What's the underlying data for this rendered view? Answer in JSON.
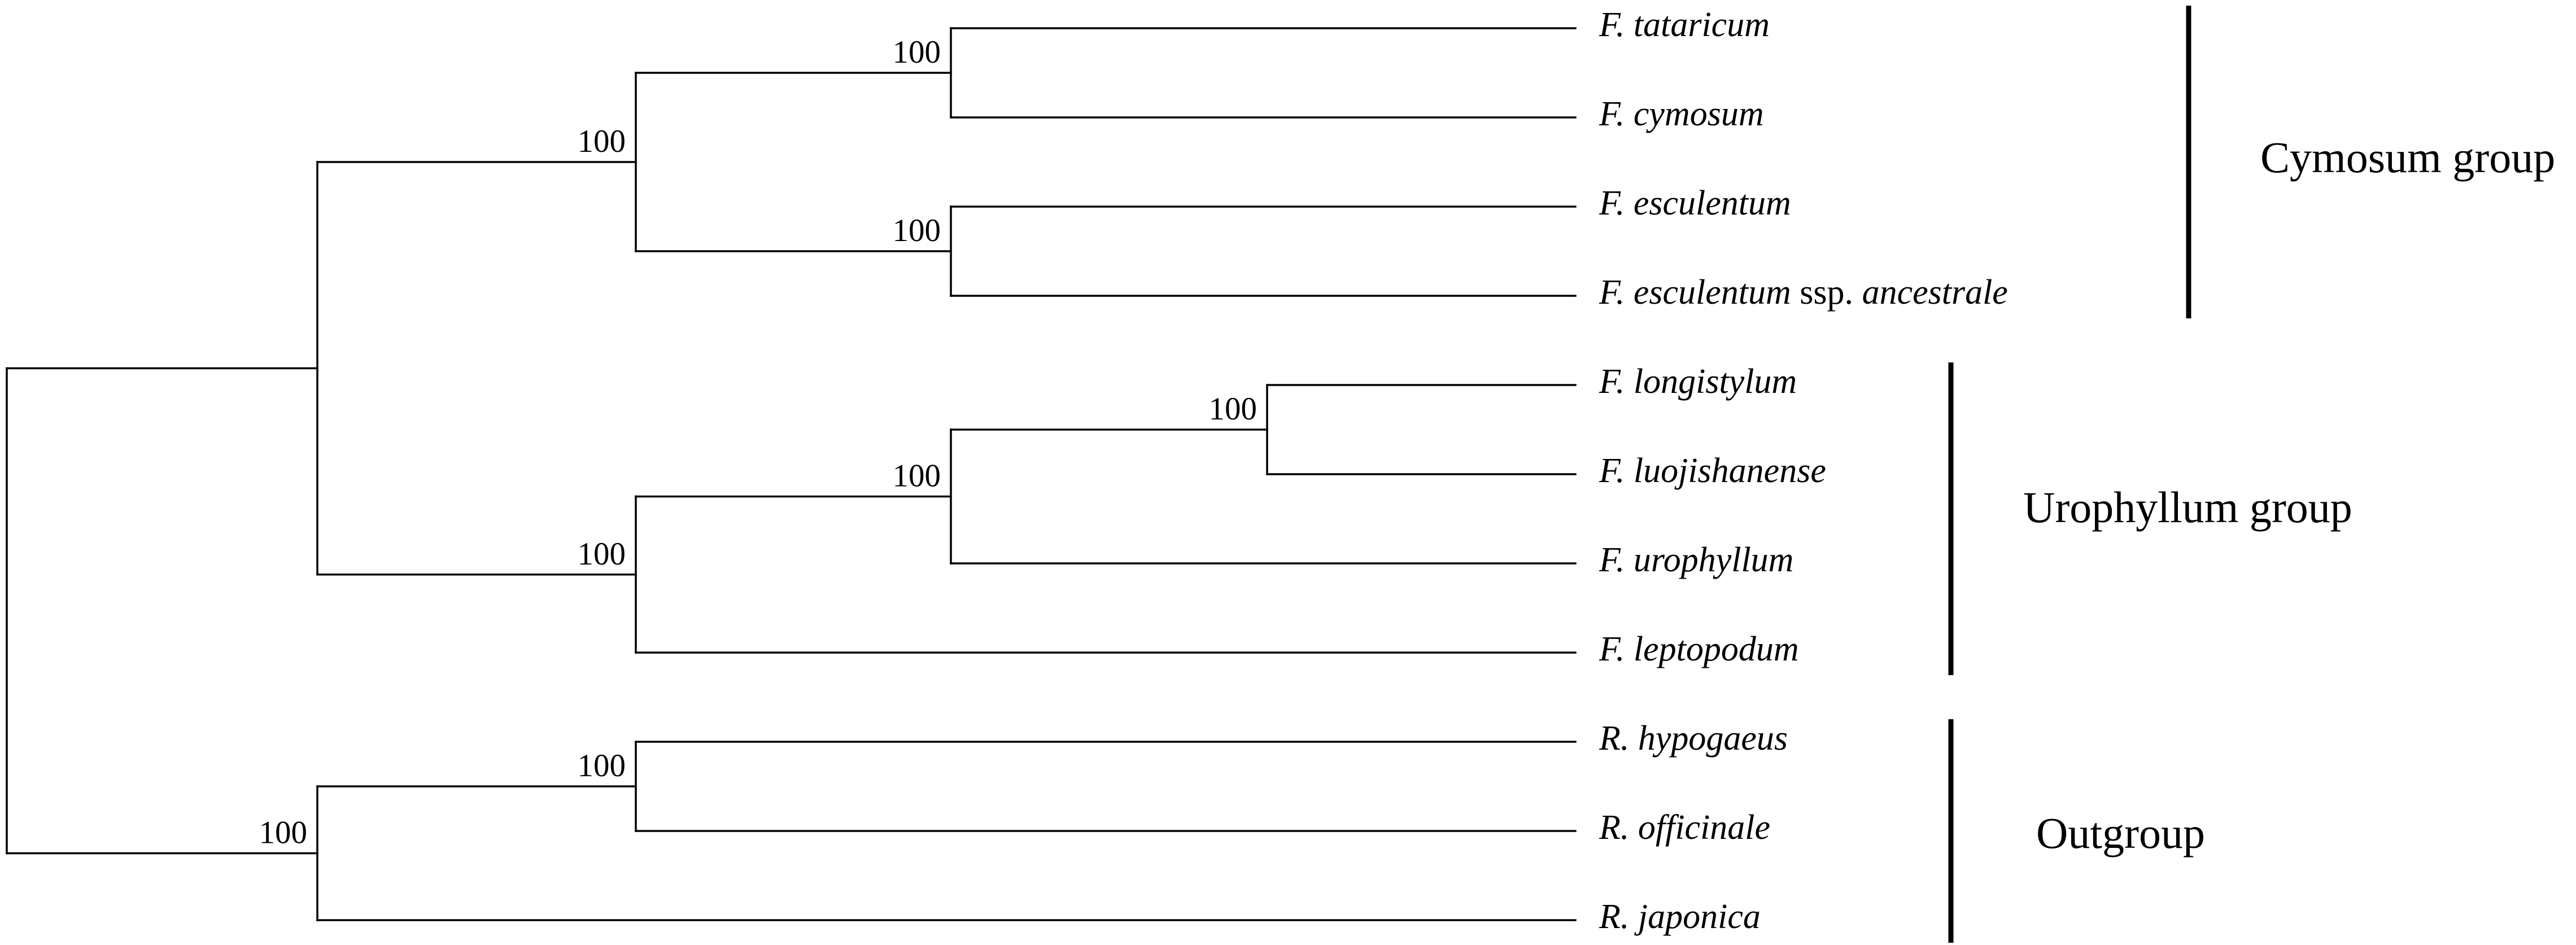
{
  "tree": {
    "taxa": [
      {
        "id": "tat",
        "parts": [
          {
            "text": "F. tataricum",
            "italic": true
          }
        ]
      },
      {
        "id": "cym",
        "parts": [
          {
            "text": "F. cymosum",
            "italic": true
          }
        ]
      },
      {
        "id": "esc",
        "parts": [
          {
            "text": "F. esculentum",
            "italic": true
          }
        ]
      },
      {
        "id": "anc",
        "parts": [
          {
            "text": "F. esculentum",
            "italic": true
          },
          {
            "text": " ssp. ",
            "italic": false
          },
          {
            "text": "ancestrale",
            "italic": true
          }
        ]
      },
      {
        "id": "lon",
        "parts": [
          {
            "text": "F. longistylum",
            "italic": true
          }
        ]
      },
      {
        "id": "luo",
        "parts": [
          {
            "text": "F. luojishanense",
            "italic": true
          }
        ]
      },
      {
        "id": "uro",
        "parts": [
          {
            "text": "F. urophyllum",
            "italic": true
          }
        ]
      },
      {
        "id": "lep",
        "parts": [
          {
            "text": "F. leptopodum",
            "italic": true
          }
        ]
      },
      {
        "id": "hyp",
        "parts": [
          {
            "text": "R. hypogaeus",
            "italic": true
          }
        ]
      },
      {
        "id": "off",
        "parts": [
          {
            "text": "R. officinale",
            "italic": true
          }
        ]
      },
      {
        "id": "jap",
        "parts": [
          {
            "text": "R. japonica",
            "italic": true
          }
        ]
      }
    ],
    "topology": [
      [
        [
          [
            [
              "tat",
              "cym",
              "100"
            ],
            [
              "esc",
              "anc",
              "100"
            ],
            "100"
          ],
          [
            [
              [
                "lon",
                "luo",
                "100"
              ],
              "uro",
              "100"
            ],
            "lep",
            "100"
          ],
          ""
        ],
        [
          [
            "hyp",
            "off",
            "100"
          ],
          "jap",
          "100"
        ],
        ""
      ]
    ],
    "groups": [
      {
        "label": "Cymosum group",
        "from": "tat",
        "to": "anc"
      },
      {
        "label": "Urophyllum group",
        "from": "lon",
        "to": "lep"
      },
      {
        "label": "Outgroup",
        "from": "hyp",
        "to": "jap"
      }
    ]
  }
}
